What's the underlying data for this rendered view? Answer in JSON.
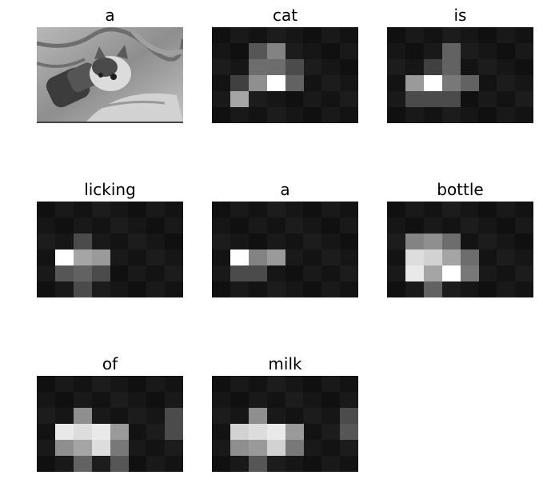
{
  "panels": [
    {
      "caption": "a",
      "kind": "photo"
    },
    {
      "caption": "cat",
      "kind": "heat",
      "cells": [
        [
          2,
          1,
          0.25
        ],
        [
          3,
          1,
          0.45
        ],
        [
          2,
          2,
          0.35
        ],
        [
          3,
          2,
          0.35
        ],
        [
          4,
          2,
          0.2
        ],
        [
          1,
          3,
          0.15
        ],
        [
          2,
          3,
          0.5
        ],
        [
          3,
          3,
          1.0
        ],
        [
          4,
          3,
          0.3
        ],
        [
          1,
          4,
          0.6
        ]
      ]
    },
    {
      "caption": "is",
      "kind": "heat",
      "cells": [
        [
          3,
          1,
          0.3
        ],
        [
          3,
          2,
          0.3
        ],
        [
          2,
          2,
          0.15
        ],
        [
          1,
          3,
          0.55
        ],
        [
          2,
          3,
          1.0
        ],
        [
          3,
          3,
          0.4
        ],
        [
          4,
          3,
          0.3
        ],
        [
          1,
          4,
          0.2
        ],
        [
          2,
          4,
          0.2
        ],
        [
          3,
          4,
          0.2
        ]
      ]
    },
    {
      "caption": "licking",
      "kind": "heat",
      "cells": [
        [
          1,
          3,
          1.0
        ],
        [
          2,
          3,
          0.6
        ],
        [
          3,
          3,
          0.55
        ],
        [
          2,
          2,
          0.2
        ],
        [
          1,
          4,
          0.25
        ],
        [
          2,
          4,
          0.3
        ],
        [
          3,
          4,
          0.2
        ],
        [
          2,
          5,
          0.2
        ]
      ]
    },
    {
      "caption": "a",
      "kind": "heat",
      "cells": [
        [
          1,
          3,
          1.0
        ],
        [
          2,
          3,
          0.45
        ],
        [
          3,
          3,
          0.55
        ],
        [
          1,
          4,
          0.2
        ],
        [
          2,
          4,
          0.2
        ]
      ]
    },
    {
      "caption": "bottle",
      "kind": "heat",
      "cells": [
        [
          1,
          2,
          0.45
        ],
        [
          2,
          2,
          0.5
        ],
        [
          3,
          2,
          0.35
        ],
        [
          1,
          3,
          0.85
        ],
        [
          2,
          3,
          0.8
        ],
        [
          3,
          3,
          0.6
        ],
        [
          4,
          3,
          0.35
        ],
        [
          1,
          4,
          0.9
        ],
        [
          2,
          4,
          0.6
        ],
        [
          3,
          4,
          1.0
        ],
        [
          4,
          4,
          0.4
        ],
        [
          2,
          5,
          0.3
        ]
      ]
    },
    {
      "caption": "of",
      "kind": "heat",
      "cells": [
        [
          2,
          2,
          0.5
        ],
        [
          1,
          3,
          0.9
        ],
        [
          2,
          3,
          0.85
        ],
        [
          3,
          3,
          0.9
        ],
        [
          4,
          3,
          0.55
        ],
        [
          1,
          4,
          0.5
        ],
        [
          2,
          4,
          0.6
        ],
        [
          3,
          4,
          0.85
        ],
        [
          4,
          4,
          0.4
        ],
        [
          2,
          5,
          0.3
        ],
        [
          4,
          5,
          0.25
        ],
        [
          7,
          2,
          0.2
        ],
        [
          7,
          3,
          0.2
        ]
      ]
    },
    {
      "caption": "milk",
      "kind": "heat",
      "cells": [
        [
          2,
          2,
          0.5
        ],
        [
          1,
          3,
          0.8
        ],
        [
          2,
          3,
          0.85
        ],
        [
          3,
          3,
          0.9
        ],
        [
          4,
          3,
          0.55
        ],
        [
          1,
          4,
          0.5
        ],
        [
          2,
          4,
          0.55
        ],
        [
          3,
          4,
          0.8
        ],
        [
          4,
          4,
          0.4
        ],
        [
          2,
          5,
          0.25
        ],
        [
          7,
          2,
          0.2
        ],
        [
          7,
          3,
          0.25
        ]
      ]
    }
  ]
}
